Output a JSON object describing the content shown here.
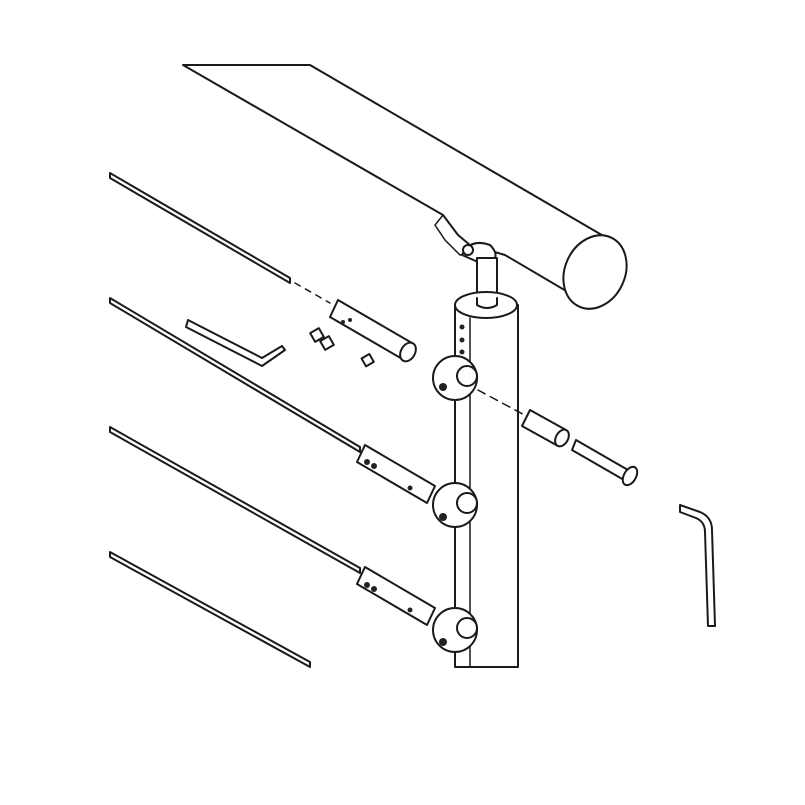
{
  "drawing": {
    "line_color": "#1a1a1a",
    "background": "#ffffff",
    "parts": [
      "handrail",
      "post",
      "handrail-bracket",
      "cable",
      "cable-tensioner",
      "cable-knob-fitting",
      "set-screw",
      "sleeve",
      "bolt",
      "allen-key-small",
      "allen-key-large"
    ]
  }
}
